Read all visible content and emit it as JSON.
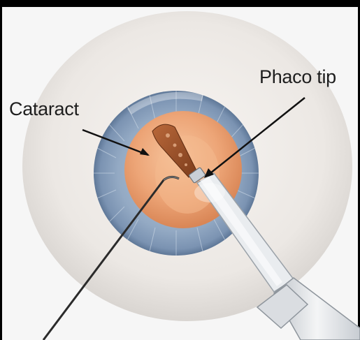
{
  "labels": {
    "cataract": "Cataract",
    "phaco_tip": "Phaco tip"
  },
  "icons": [
    "eye-illustration",
    "second-instrument-chopper",
    "phaco-handpiece"
  ],
  "colors": {
    "background": "#f6f6f6",
    "sclera": "#e4e1de",
    "iris": "#8ea3bd",
    "iris_dark_ring": "#6e86a6",
    "lens": "#e9a274",
    "cataract_fragment": "#9b4f28",
    "instrument_metal": "#cfd3d8",
    "label_text": "#1e1e1e"
  }
}
